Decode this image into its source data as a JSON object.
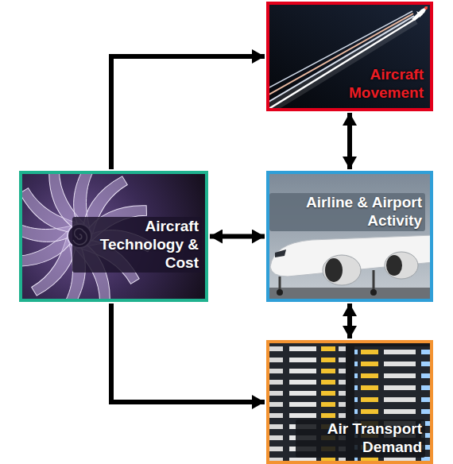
{
  "diagram": {
    "nodes": [
      {
        "text": [
          "Aircraft Movement"
        ]
      },
      {
        "text": [
          "Aircraft Technology & Cost"
        ]
      },
      {
        "text": [
          "Airline & Airport Activity"
        ]
      },
      {
        "text": [
          "Air Transport Demand"
        ]
      }
    ],
    "edges": [
      {
        "from": 1,
        "to": 0,
        "arrow": "to"
      },
      {
        "from": 0,
        "to": 2,
        "arrow": "both"
      },
      {
        "from": 1,
        "to": 2,
        "arrow": "both"
      },
      {
        "from": 2,
        "to": 3,
        "arrow": "both"
      },
      {
        "from": 1,
        "to": 3,
        "arrow": "to"
      }
    ]
  }
}
